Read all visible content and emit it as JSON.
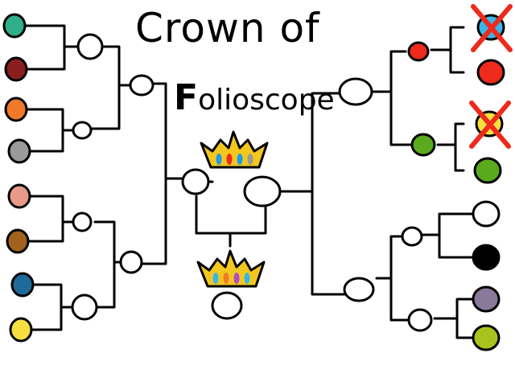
{
  "title": {
    "line1": "Crown of",
    "line2_first_letter": "F",
    "line2_rest": "olioscope"
  },
  "colors": {
    "line": "#000000",
    "empty_slot": "#ffffff",
    "crown_gold": "#f2c81e",
    "eliminated_cross": "#ee2a1c"
  },
  "left_bracket": {
    "entrants": [
      {
        "color": "#2eaf8a",
        "status": "active"
      },
      {
        "color": "#8a1e1e",
        "status": "active"
      },
      {
        "color": "#f07a2a",
        "status": "active"
      },
      {
        "color": "#9a9a9a",
        "status": "active"
      },
      {
        "color": "#e89a8a",
        "status": "active"
      },
      {
        "color": "#a3621c",
        "status": "active"
      },
      {
        "color": "#1e6a9a",
        "status": "active"
      },
      {
        "color": "#f5e040",
        "status": "active"
      }
    ]
  },
  "right_bracket": {
    "entrants": [
      {
        "color": "#38b6ea",
        "status": "eliminated"
      },
      {
        "color": "#ee2a1c",
        "status": "active"
      },
      {
        "color": "#f5e040",
        "status": "eliminated"
      },
      {
        "color": "#5aaa1e",
        "status": "active"
      },
      {
        "color": "#ffffff",
        "status": "empty"
      },
      {
        "color": "#000000",
        "status": "active"
      },
      {
        "color": "#8a7a9a",
        "status": "active"
      },
      {
        "color": "#a8c21e",
        "status": "active"
      }
    ],
    "quarterfinal_winners": [
      {
        "color": "#ee2a1c"
      },
      {
        "color": "#5aaa1e"
      },
      {
        "color": "#ffffff"
      },
      {
        "color": "#ffffff"
      }
    ]
  },
  "crowns": [
    {
      "jewels": [
        "#1e9aea",
        "#ee2a1c",
        "#1e9aea",
        "#999999"
      ]
    },
    {
      "jewels": [
        "#38b6ea",
        "#f07a2a",
        "#b04ac8",
        "#38b6ea"
      ]
    }
  ]
}
